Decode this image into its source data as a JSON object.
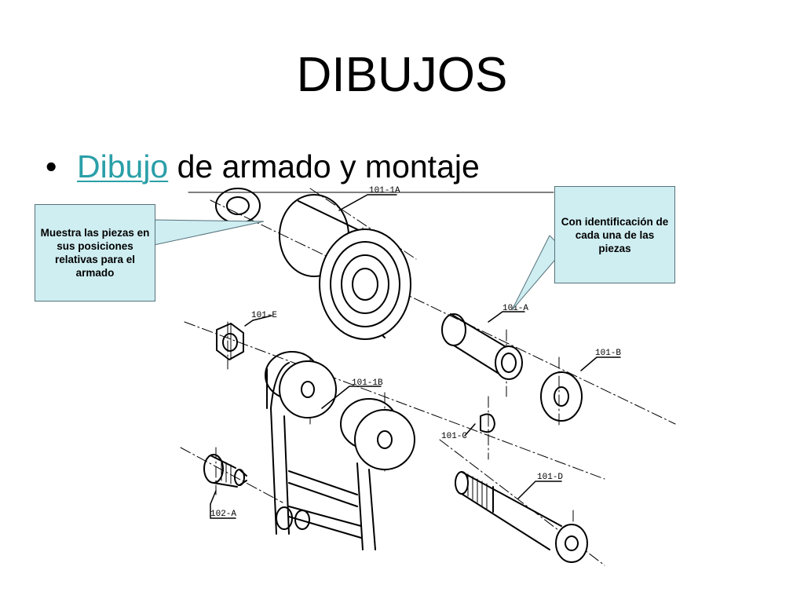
{
  "slide": {
    "title": "DIBUJOS",
    "bullet": {
      "link_text": "Dibujo",
      "rest_text": " de armado y montaje"
    }
  },
  "callouts": {
    "left": "Muestra las piezas en sus posiciones relativas para el armado",
    "right": "Con identificación de cada una de las piezas",
    "fill_color": "#cfeef2",
    "link_color": "#2a9fa8"
  },
  "part_labels": {
    "p101_1a": "101-1A",
    "p101_e": "101-E",
    "p101_a": "101-A",
    "p101_b": "101-B",
    "p101_1b": "101-1B",
    "p101_c": "101-C",
    "p101_d": "101-D",
    "p102_a": "102-A"
  }
}
